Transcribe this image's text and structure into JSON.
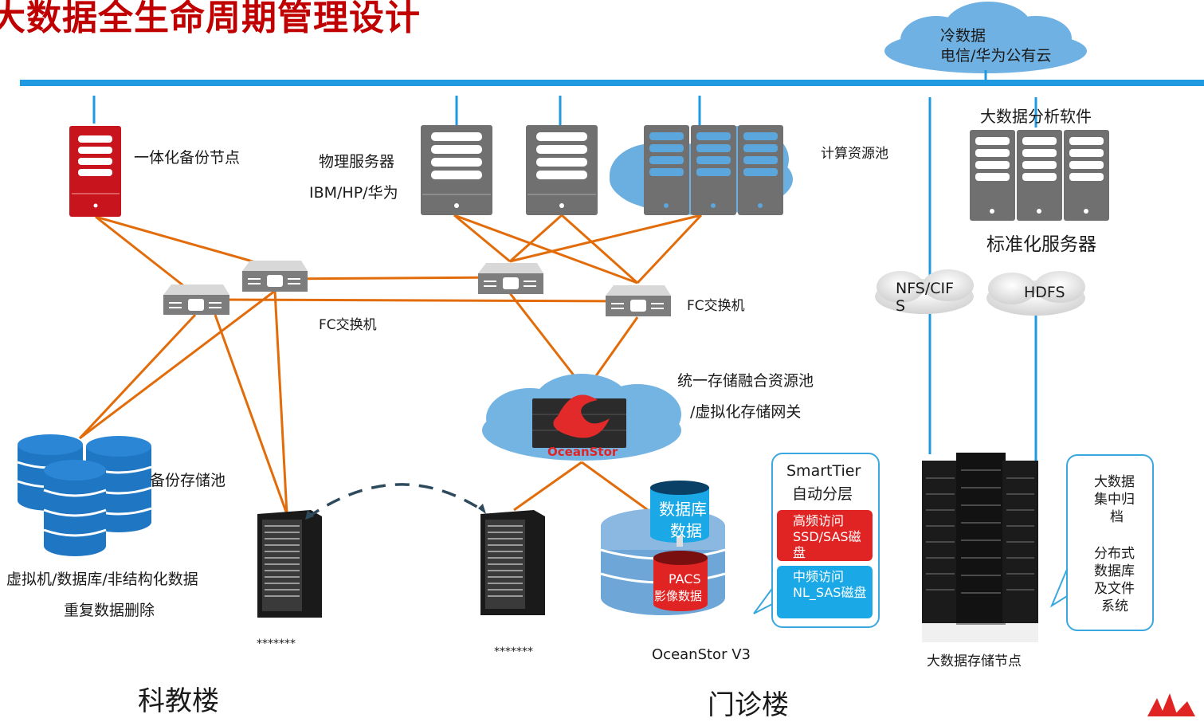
{
  "title": "大数据全生命周期管理设计",
  "labels": {
    "cold_data": "冷数据",
    "cold_cloud": "电信/华为公有云",
    "backup_node": "一体化备份节点",
    "physical_server": "物理服务器",
    "physical_server_brands": "IBM/HP/华为",
    "compute_pool": "计算资源池",
    "bigdata_software": "大数据分析软件",
    "std_server": "标准化服务器",
    "fc_switch_left": "FC交换机",
    "fc_switch_right": "FC交换机",
    "nfs_cifs": "NFS/CIFS",
    "hdfs": "HDFS",
    "unified_storage_1": "统一存储融合资源池",
    "unified_storage_2": "/虚拟化存储网关",
    "oceanstor_logo": "OceanStor",
    "backup_pool": "备份存储池",
    "backup_desc_1": "虚拟机/数据库/非结构化数据",
    "backup_desc_2": "重复数据删除",
    "storage_a": "*******",
    "storage_b": "*******",
    "oceanstor_v3": "OceanStor V3",
    "db_data_1": "数据库",
    "db_data_2": "数据",
    "pacs_1": "PACS",
    "pacs_2": "影像数据",
    "smarttier_1": "SmartTier",
    "smarttier_2": "自动分层",
    "tier_high": "高频访问SSD/SAS磁盘",
    "tier_mid": "中频访问NL_SAS磁盘",
    "bigdata_storage_node": "大数据存储节点",
    "archive_1": "大数据",
    "archive_2": "集中归",
    "archive_3": "档",
    "archive_4": "分布式",
    "archive_5": "数据库",
    "archive_6": "及文件",
    "archive_7": "系统",
    "building_left": "科教楼",
    "building_right": "门诊楼"
  },
  "colors": {
    "title": "#c00000",
    "backbone": "#1e9be0",
    "link": "#e36c0a",
    "cloud": "#6baee0",
    "server_gray": "#707070",
    "db_blue": "#1f77c4",
    "tier_high": "#e02424",
    "tier_mid": "#1aa9e6",
    "callout_border": "#3aa7e0"
  }
}
